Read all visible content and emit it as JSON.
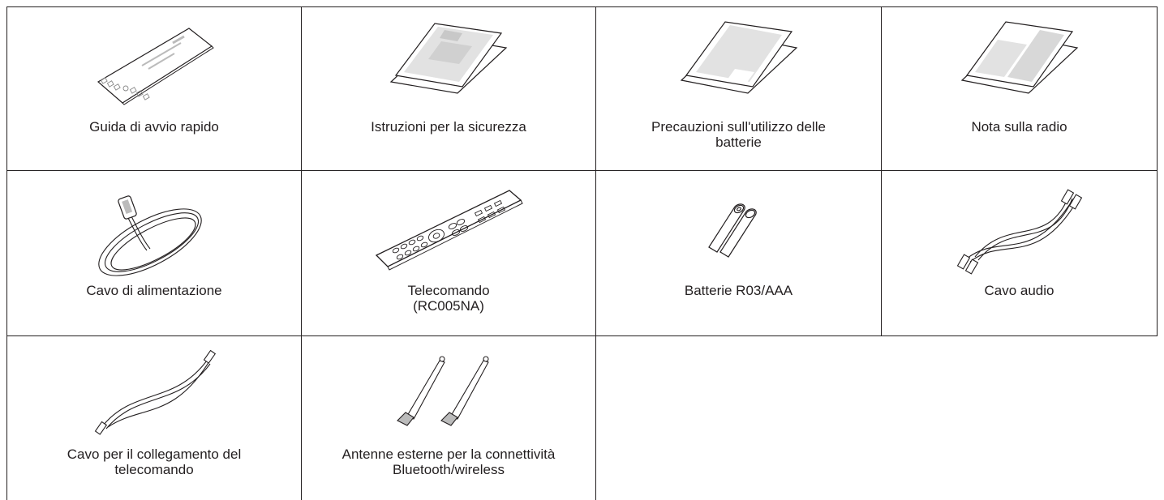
{
  "accessories": [
    {
      "icon": "quick-start-guide-icon",
      "lines": [
        "Guida di avvio rapido"
      ]
    },
    {
      "icon": "safety-instructions-icon",
      "lines": [
        "Istruzioni per la sicurezza"
      ]
    },
    {
      "icon": "battery-precautions-leaflet-icon",
      "lines": [
        "Precauzioni sull'utilizzo delle",
        "batterie"
      ]
    },
    {
      "icon": "radio-note-leaflet-icon",
      "lines": [
        "Nota sulla radio"
      ]
    },
    {
      "icon": "power-cord-icon",
      "lines": [
        "Cavo di alimentazione"
      ]
    },
    {
      "icon": "remote-control-icon",
      "lines": [
        "Telecomando",
        "(RC005NA)"
      ]
    },
    {
      "icon": "batteries-icon",
      "lines": [
        "Batterie R03/AAA"
      ]
    },
    {
      "icon": "audio-cable-icon",
      "lines": [
        "Cavo audio"
      ]
    },
    {
      "icon": "remote-connection-cable-icon",
      "lines": [
        "Cavo per il collegamento del",
        "telecomando"
      ]
    },
    {
      "icon": "external-antennas-icon",
      "lines": [
        "Antenne esterne per la connettività",
        "Bluetooth/wireless"
      ]
    }
  ]
}
